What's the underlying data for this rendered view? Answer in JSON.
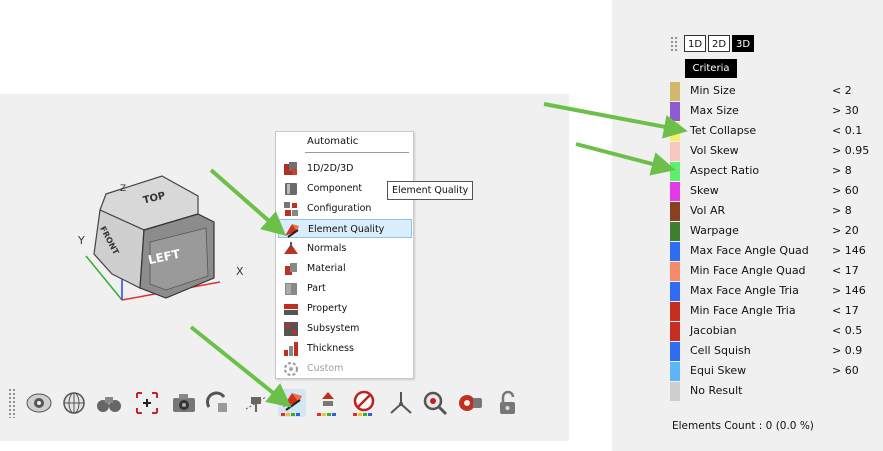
{
  "menu": {
    "automatic_label": "Automatic",
    "items": [
      {
        "label": "1D/2D/3D",
        "icon": "1d2d3d-icon",
        "state": "normal"
      },
      {
        "label": "Component",
        "icon": "component-icon",
        "state": "normal"
      },
      {
        "label": "Configuration",
        "icon": "configuration-icon",
        "state": "normal"
      },
      {
        "label": "Element Quality",
        "icon": "element-quality-icon",
        "state": "highlighted"
      },
      {
        "label": "Normals",
        "icon": "normals-icon",
        "state": "normal"
      },
      {
        "label": "Material",
        "icon": "material-icon",
        "state": "normal"
      },
      {
        "label": "Part",
        "icon": "part-icon",
        "state": "normal"
      },
      {
        "label": "Property",
        "icon": "property-icon",
        "state": "normal"
      },
      {
        "label": "Subsystem",
        "icon": "subsystem-icon",
        "state": "normal"
      },
      {
        "label": "Thickness",
        "icon": "thickness-icon",
        "state": "normal"
      },
      {
        "label": "Custom",
        "icon": "custom-icon",
        "state": "disabled"
      }
    ]
  },
  "tooltip": {
    "text": "Element Quality"
  },
  "view_cube": {
    "top_label": "TOP",
    "left_label": "LEFT",
    "front_label": "FRONT",
    "z_label": "Z"
  },
  "axes": {
    "x_label": "X",
    "y_label": "Y"
  },
  "dimension_tabs": [
    {
      "label": "1D",
      "active": false
    },
    {
      "label": "2D",
      "active": false
    },
    {
      "label": "3D",
      "active": true
    }
  ],
  "criteria": {
    "header": "Criteria",
    "rows": [
      {
        "label": "Min Size",
        "threshold": "< 2",
        "color": "#d2b86a"
      },
      {
        "label": "Max Size",
        "threshold": "> 30",
        "color": "#8e5bd0"
      },
      {
        "label": "Tet Collapse",
        "threshold": "< 0.1",
        "color": "#f3f06a"
      },
      {
        "label": "Vol Skew",
        "threshold": "> 0.95",
        "color": "#f8c8c0"
      },
      {
        "label": "Aspect Ratio",
        "threshold": "> 8",
        "color": "#5cf06c"
      },
      {
        "label": "Skew",
        "threshold": "> 60",
        "color": "#e23ae6"
      },
      {
        "label": "Vol AR",
        "threshold": "> 8",
        "color": "#8a3f1e"
      },
      {
        "label": "Warpage",
        "threshold": "> 20",
        "color": "#3e7f2f"
      },
      {
        "label": "Max Face Angle Quad",
        "threshold": "> 146",
        "color": "#2e6cf2"
      },
      {
        "label": "Min Face Angle Quad",
        "threshold": "< 17",
        "color": "#f48a6a"
      },
      {
        "label": "Max Face Angle Tria",
        "threshold": "> 146",
        "color": "#2e6cf2"
      },
      {
        "label": "Min Face Angle Tria",
        "threshold": "< 17",
        "color": "#c62e22"
      },
      {
        "label": "Jacobian",
        "threshold": "< 0.5",
        "color": "#c62e22"
      },
      {
        "label": "Cell Squish",
        "threshold": "> 0.9",
        "color": "#2e6cf2"
      },
      {
        "label": "Equi Skew",
        "threshold": "> 60",
        "color": "#5eb6f6"
      },
      {
        "label": "No Result",
        "threshold": "",
        "color": "#cfcfcf"
      }
    ]
  },
  "elements_count": "Elements Count : 0 (0.0 %)",
  "toolbar": {
    "buttons": [
      {
        "icon": "eye-icon"
      },
      {
        "icon": "globe-icon"
      },
      {
        "icon": "binoculars-icon"
      },
      {
        "icon": "center-target-icon"
      },
      {
        "icon": "camera-icon"
      },
      {
        "icon": "rotate-view-icon"
      },
      {
        "icon": "section-cut-icon"
      },
      {
        "icon": "color-by-icon",
        "selected": true
      },
      {
        "icon": "explode-icon"
      },
      {
        "icon": "no-entry-icon"
      },
      {
        "icon": "axis-triad-icon"
      },
      {
        "icon": "magnifier-icon"
      },
      {
        "icon": "film-reel-icon"
      },
      {
        "icon": "unlock-icon"
      }
    ]
  },
  "colors": {
    "annotation_arrow": "#6cc04a",
    "highlight": "#d9eefa",
    "axis_x": "#e03030",
    "axis_y": "#30b030",
    "axis_z": "#3040e0"
  }
}
